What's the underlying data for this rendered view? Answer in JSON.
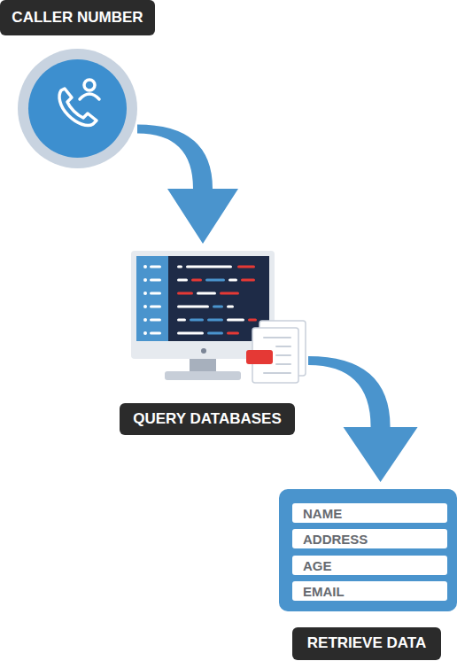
{
  "diagram": {
    "nodes": [
      {
        "text": [
          "CALLER NUMBER"
        ]
      },
      {
        "text": [
          "QUERY DATABASES"
        ]
      },
      {
        "text": [
          "RETRIEVE DATA"
        ]
      },
      {
        "text": [
          "NAME"
        ],
        "in": 2
      },
      {
        "text": [
          "ADDRESS"
        ],
        "in": 2
      },
      {
        "text": [
          "AGE"
        ],
        "in": 2
      },
      {
        "text": [
          "EMAIL"
        ],
        "in": 2
      }
    ],
    "edges": [
      {
        "from": 0,
        "to": 1,
        "arrow": "to"
      },
      {
        "from": 1,
        "to": 2,
        "arrow": "to"
      }
    ]
  }
}
